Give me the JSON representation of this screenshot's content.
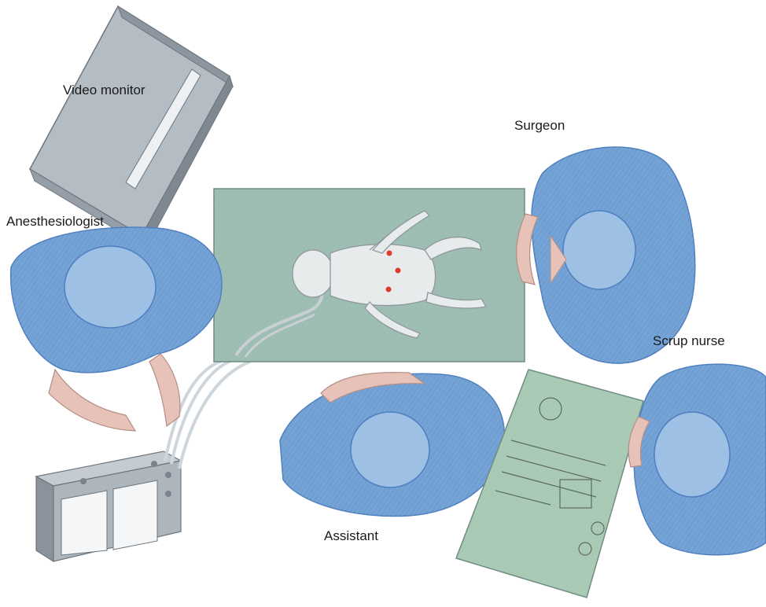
{
  "labels": {
    "video_monitor": "Video monitor",
    "surgeon": "Surgeon",
    "anesthesiologist": "Anesthesiologist",
    "scrub_nurse": "Scrup nurse",
    "assistant": "Assistant"
  },
  "colors": {
    "gown": "#6f9fd3",
    "gown_dark": "#4f7fbf",
    "gown_light": "#a9c8e8",
    "drape": "#9dbdb2",
    "tray": "#a8c9b4",
    "skin": "#e6c2b8",
    "equipment": "#a3adb6",
    "port": "#e23b2e"
  },
  "icons": [
    "video-monitor-icon",
    "monitor-cart-icon",
    "instrument-tray-icon",
    "infant-patient-icon"
  ]
}
